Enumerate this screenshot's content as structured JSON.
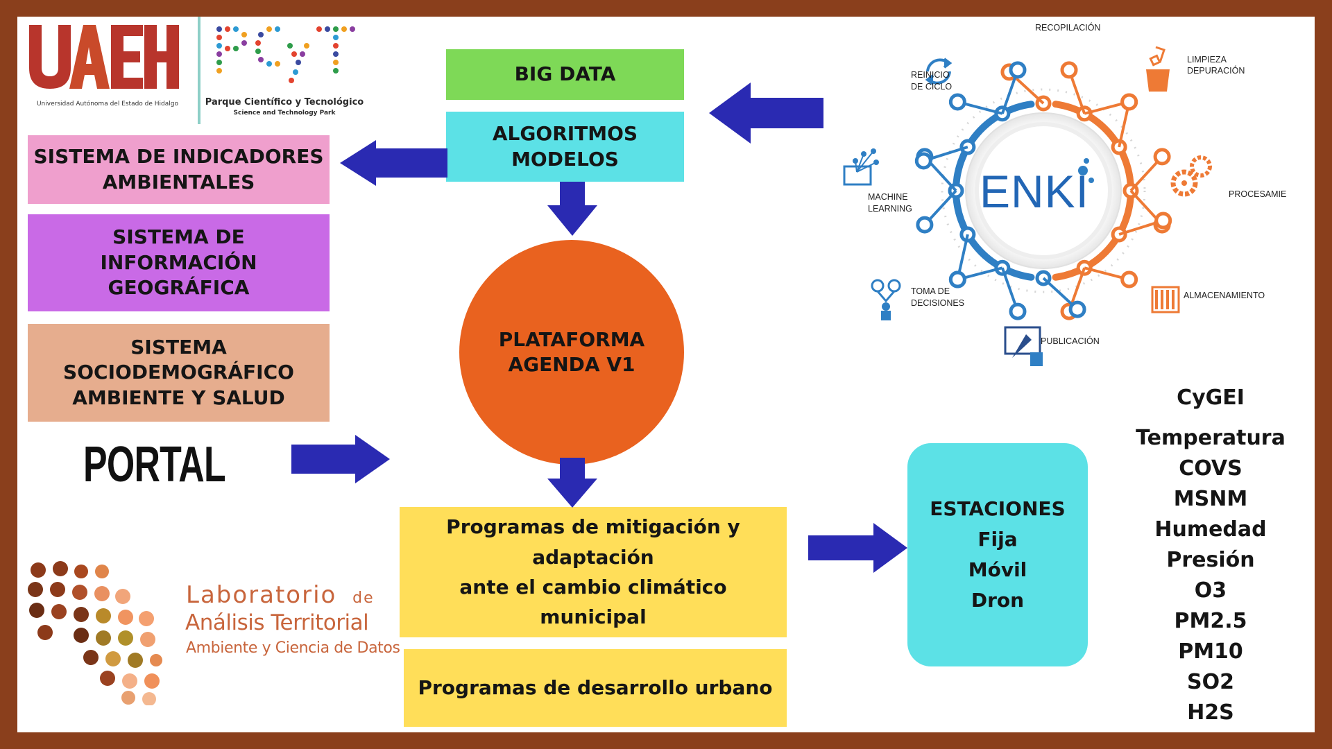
{
  "logos": {
    "uaeh": {
      "mark": "UAEH",
      "caption": "Universidad Autónoma del Estado de Hidalgo",
      "color": "#b8352c"
    },
    "pcyt": {
      "line1": "Parque Científico y Tecnológico",
      "line2": "Science and Technology Park"
    },
    "lab": {
      "line1a": "Laboratorio",
      "line1b": "de",
      "line2": "Análisis Territorial",
      "line3": "Ambiente y Ciencia de Datos",
      "color": "#c8653c"
    }
  },
  "nodes": {
    "big_data": {
      "label": "BIG DATA",
      "color": "#7ed957"
    },
    "algoritmos": {
      "lines": [
        "ALGORITMOS",
        "MODELOS"
      ],
      "color": "#5ce1e6"
    },
    "indicadores": {
      "lines": [
        "SISTEMA DE INDICADORES",
        "AMBIENTALES"
      ],
      "color": "#ef9fcd"
    },
    "informacion": {
      "lines": [
        "SISTEMA DE INFORMACIÓN",
        "GEOGRÁFICA"
      ],
      "color": "#c96ae6"
    },
    "sociodemografico": {
      "lines": [
        "SISTEMA",
        "SOCIODEMOGRÁFICO",
        "AMBIENTE Y SALUD"
      ],
      "color": "#e6ad8e"
    },
    "portal": {
      "label": "PORTAL"
    },
    "plataforma": {
      "lines": [
        "PLATAFORMA",
        "AGENDA V1"
      ],
      "color": "#e9621f"
    },
    "mitigacion": {
      "lines": [
        "Programas de mitigación y",
        "adaptación",
        "ante el cambio climático",
        "municipal"
      ],
      "color": "#ffde59"
    },
    "desarrollo": {
      "label": "Programas de desarrollo urbano",
      "color": "#ffde59"
    },
    "estaciones": {
      "lines": [
        "ESTACIONES",
        "Fija",
        "Móvil",
        "Dron"
      ],
      "color": "#5ce1e6"
    }
  },
  "variables": {
    "heading": "CyGEI",
    "items": [
      "Temperatura",
      "COVS",
      "MSNM",
      "Humedad",
      "Presión",
      "O3",
      "PM2.5",
      "PM10",
      "SO2",
      "H2S"
    ]
  },
  "enki": {
    "center": "ENKI",
    "blue": "#2f7fc4",
    "orange": "#ee7a35",
    "labels": {
      "recopilacion": "RECOPILACIÓN",
      "limpieza": [
        "LIMPIEZA",
        "DEPURACIÓN"
      ],
      "procesamiento": "PROCESAMIENTO",
      "almacenamiento": "ALMACENAMIENTO",
      "publicacion": "PUBLICACIÓN",
      "toma": [
        "TOMA DE",
        "DECISIONES"
      ],
      "machine": [
        "MACHINE",
        "LEARNING"
      ],
      "reinicio": [
        "REINICIO",
        "DE CICLO"
      ]
    }
  },
  "arrow_color": "#2a2ab2"
}
